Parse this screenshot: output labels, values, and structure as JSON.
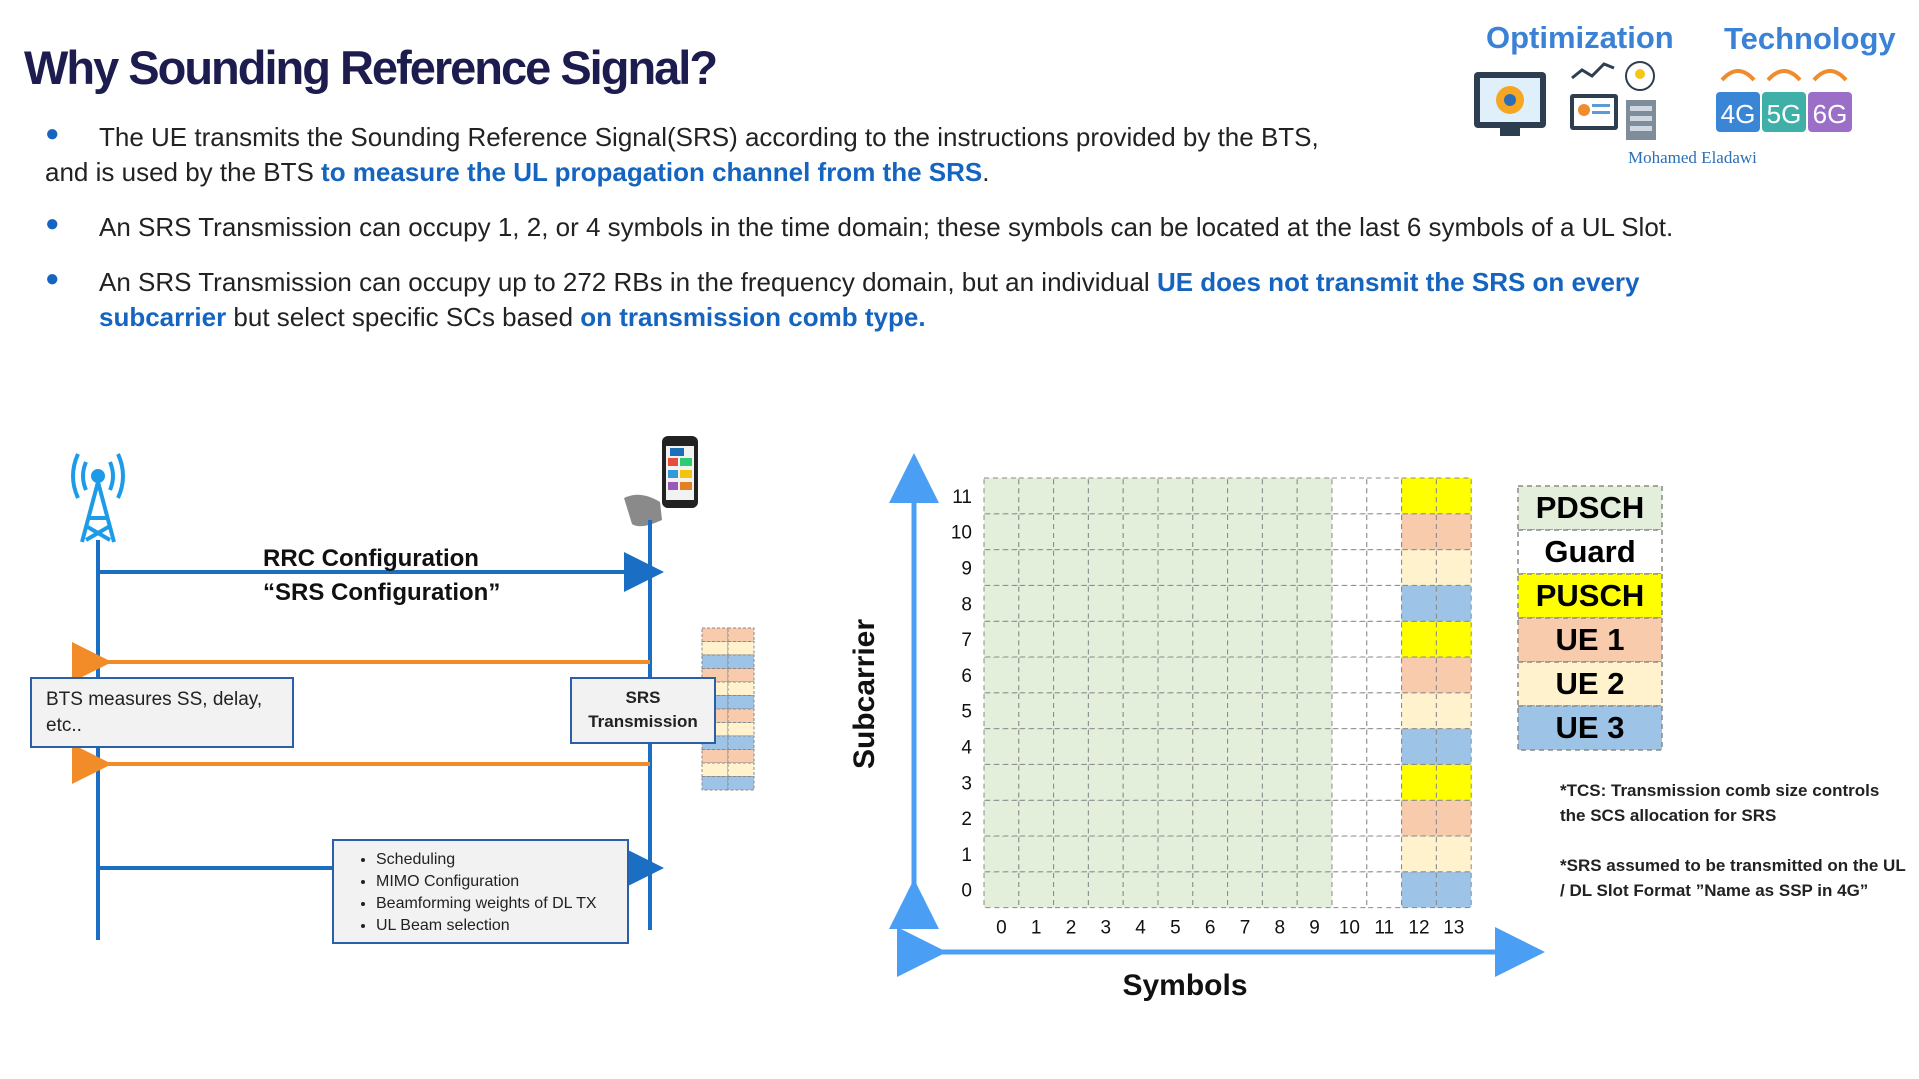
{
  "title": "Why Sounding Reference Signal?",
  "bullets": [
    {
      "parts": [
        {
          "text": "The UE transmits the Sounding Reference Signal(SRS) according to the instructions provided by the BTS,",
          "hl": false
        },
        {
          "text": "and is used by the BTS ",
          "hl": false
        },
        {
          "text": "to measure the UL propagation channel from the SRS",
          "hl": true
        },
        {
          "text": ".",
          "hl": false
        }
      ]
    },
    {
      "parts": [
        {
          "text": "An SRS Transmission can occupy 1, 2, or 4 symbols in the time domain; these symbols can be located at the last 6 symbols of a UL Slot.",
          "hl": false
        }
      ]
    },
    {
      "parts": [
        {
          "text": "An SRS Transmission can occupy up to 272 RBs in the frequency domain, but an individual ",
          "hl": false
        },
        {
          "text": "UE does not transmit the SRS on every subcarrier",
          "hl": true
        },
        {
          "text": " but select specific SCs based ",
          "hl": false
        },
        {
          "text": "on transmission comb type.",
          "hl": true
        }
      ]
    }
  ],
  "branding": {
    "optimization": "Optimization",
    "technology": "Technology",
    "author": "Mohamed Eladawi",
    "generations": [
      "4G",
      "5G",
      "6G"
    ]
  },
  "flow": {
    "rrc_line1": "RRC Configuration",
    "rrc_line2": "“SRS Configuration”",
    "bts_box": "BTS measures SS, delay, etc..",
    "srs_box_line1": "SRS",
    "srs_box_line2": "Transmission",
    "actions": [
      "Scheduling",
      "MIMO Configuration",
      "Beamforming weights of DL TX",
      "UL Beam selection"
    ],
    "icons": {
      "bts": "cell-tower-icon",
      "ue": "smartphone-icon"
    },
    "colors": {
      "line": "#1a6fc4",
      "arrow": "#f28c28"
    }
  },
  "grid": {
    "xlabel": "Symbols",
    "ylabel": "Subcarrier",
    "x_ticks": [
      "0",
      "1",
      "2",
      "3",
      "4",
      "5",
      "6",
      "7",
      "8",
      "9",
      "10",
      "11",
      "12",
      "13"
    ],
    "y_ticks": [
      "0",
      "1",
      "2",
      "3",
      "4",
      "5",
      "6",
      "7",
      "8",
      "9",
      "10",
      "11"
    ],
    "pdsch_symbols": [
      0,
      9
    ],
    "guard_symbols": [
      10,
      11
    ],
    "srs_symbols": [
      12,
      13
    ],
    "srs_pattern_from_subcarrier_0": [
      "UE 3",
      "UE 2",
      "UE 1",
      "PUSCH"
    ],
    "colors": {
      "PDSCH": "#e3efda",
      "Guard": "#ffffff",
      "PUSCH": "#ffff00",
      "UE 1": "#f8cbad",
      "UE 2": "#fff2cc",
      "UE 3": "#9dc3e6",
      "axis": "#4a9ff5"
    }
  },
  "legend": [
    "PDSCH",
    "Guard",
    "PUSCH",
    "UE 1",
    "UE 2",
    "UE 3"
  ],
  "notes": {
    "tcs_line1": "*TCS: Transmission comb size controls",
    "tcs_line2": "the SCS allocation for SRS",
    "slot_line1": "*SRS assumed to be transmitted on the UL",
    "slot_line2": "/ DL Slot Format ”Name as SSP in 4G”"
  }
}
